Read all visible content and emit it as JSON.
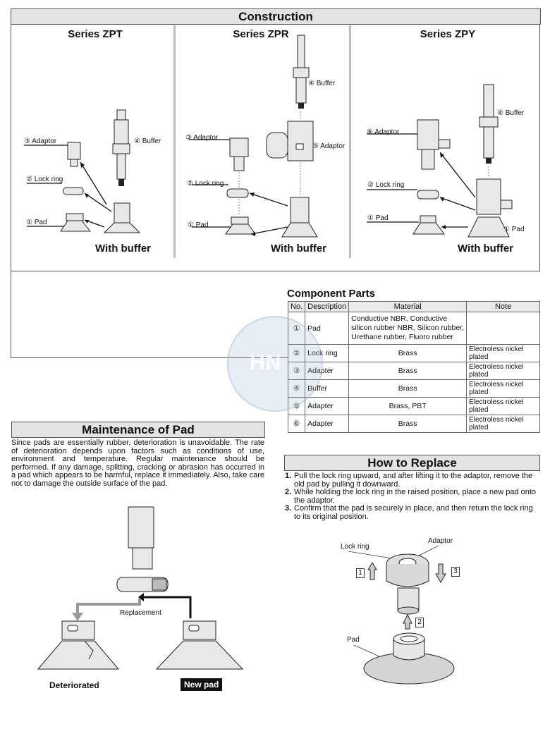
{
  "construction": {
    "title": "Construction",
    "zpt": {
      "title": "Series ZPT",
      "labels": {
        "adaptor": "③ Adaptor",
        "lock_ring": "② Lock ring",
        "pad": "① Pad",
        "buffer": "④ Buffer"
      },
      "with_buffer": "With buffer"
    },
    "zpr": {
      "title": "Series ZPR",
      "labels": {
        "buffer": "④ Buffer",
        "adaptor3": "③ Adaptor",
        "adaptor5": "⑤ Adaptor",
        "lock_ring": "② Lock ring",
        "pad": "① Pad"
      },
      "with_buffer": "With buffer"
    },
    "zpy": {
      "title": "Series ZPY",
      "labels": {
        "buffer": "④ Buffer",
        "adaptor": "⑥ Adaptor",
        "lock_ring": "② Lock ring",
        "pad": "① Pad",
        "pad2": "① Pad"
      },
      "with_buffer": "With buffer"
    }
  },
  "component_parts": {
    "title": "Component Parts",
    "headers": [
      "No.",
      "Description",
      "Material",
      "Note"
    ],
    "rows": [
      {
        "no": "①",
        "description": "Pad",
        "material": "Conductive NBR, Conductive silicon rubber NBR, Silicon rubber, Urethane rubber, Fluoro rubber",
        "note": ""
      },
      {
        "no": "②",
        "description": "Lock ring",
        "material": "Brass",
        "note": "Electroless nickel plated"
      },
      {
        "no": "③",
        "description": "Adapter",
        "material": "Brass",
        "note": "Electroless nickel plated"
      },
      {
        "no": "④",
        "description": "Buffer",
        "material": "Brass",
        "note": "Electroless nickel plated"
      },
      {
        "no": "⑤",
        "description": "Adapter",
        "material": "Brass, PBT",
        "note": "Electroless nickel plated"
      },
      {
        "no": "⑥",
        "description": "Adapter",
        "material": "Brass",
        "note": "Electroless nickel plated"
      }
    ]
  },
  "maintenance": {
    "title": "Maintenance of Pad",
    "text": "Since pads are essentially rubber, deterioration is unavoidable. The rate of deterioration depends upon factors such as conditions of use, environment and temperature. Regular maintenance should be performed. If any damage, splitting, cracking or abrasion has occurred in a pad which appears to be harmful, replace it immediately. Also, take care not to damage the outside surface of the pad.",
    "replacement_label": "Replacement",
    "deteriorated_label": "Deteriorated",
    "new_pad_label": "New pad"
  },
  "how_to_replace": {
    "title": "How to Replace",
    "steps": [
      {
        "n": "1.",
        "text": "Pull the lock ring upward, and after lifting it to the adaptor, remove the old pad by pulling it downward."
      },
      {
        "n": "2.",
        "text": "While holding the lock ring in the raised position, place a new pad onto the adaptor."
      },
      {
        "n": "3.",
        "text": "Confirm that the pad is securely in place, and then return the lock ring to its original position."
      }
    ],
    "diagram": {
      "lock_ring": "Lock ring",
      "adaptor": "Adaptor",
      "pad": "Pad",
      "step1": "1",
      "step2": "2",
      "step3": "3"
    }
  },
  "watermark": {
    "text": "HN"
  }
}
